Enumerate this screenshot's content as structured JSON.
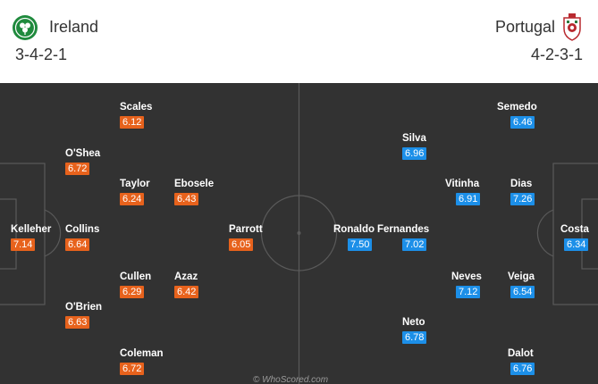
{
  "home": {
    "name": "Ireland",
    "formation": "3-4-2-1",
    "badge_icon": "ireland-shamrock-crest-icon",
    "badge_color": "#1f8a3d"
  },
  "away": {
    "name": "Portugal",
    "formation": "4-2-3-1",
    "badge_icon": "portugal-fpf-crest-icon",
    "badge_color": "#b8292f"
  },
  "colors": {
    "pitch": "#323232",
    "home_rating": "#e7621c",
    "away_rating": "#1c8fe8",
    "lines": "#5a5a5a"
  },
  "home_players": [
    {
      "name": "Kelleher",
      "rating": "7.14"
    },
    {
      "name": "O'Shea",
      "rating": "6.72"
    },
    {
      "name": "Collins",
      "rating": "6.64"
    },
    {
      "name": "O'Brien",
      "rating": "6.63"
    },
    {
      "name": "Scales",
      "rating": "6.12"
    },
    {
      "name": "Taylor",
      "rating": "6.24"
    },
    {
      "name": "Cullen",
      "rating": "6.29"
    },
    {
      "name": "Coleman",
      "rating": "6.72"
    },
    {
      "name": "Ebosele",
      "rating": "6.43"
    },
    {
      "name": "Azaz",
      "rating": "6.42"
    },
    {
      "name": "Parrott",
      "rating": "6.05"
    }
  ],
  "away_players": [
    {
      "name": "Ronaldo",
      "rating": "7.50"
    },
    {
      "name": "Silva",
      "rating": "6.96"
    },
    {
      "name": "Fernandes",
      "rating": "7.02"
    },
    {
      "name": "Neto",
      "rating": "6.78"
    },
    {
      "name": "Vitinha",
      "rating": "6.91"
    },
    {
      "name": "Neves",
      "rating": "7.12"
    },
    {
      "name": "Semedo",
      "rating": "6.46"
    },
    {
      "name": "Dias",
      "rating": "7.26"
    },
    {
      "name": "Veiga",
      "rating": "6.54"
    },
    {
      "name": "Dalot",
      "rating": "6.76"
    },
    {
      "name": "Costa",
      "rating": "6.34"
    }
  ],
  "watermark": "© WhoScored.com"
}
